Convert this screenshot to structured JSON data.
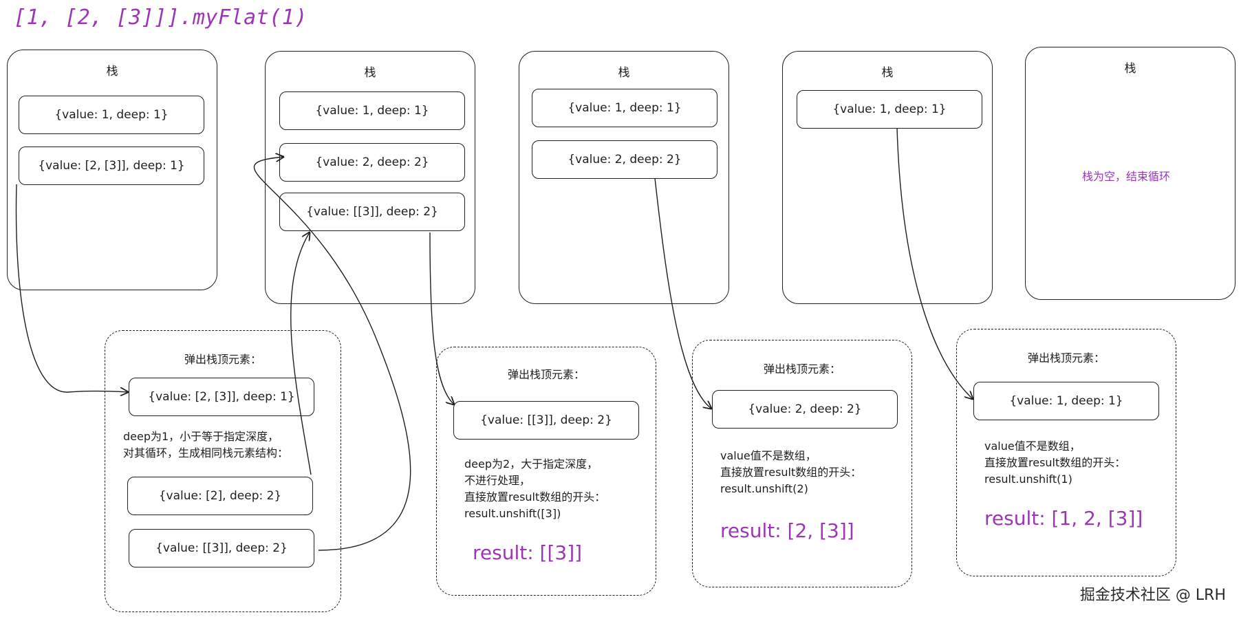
{
  "title": "[1, [2, [3]]].myFlat(1)",
  "stacks": [
    {
      "title": "栈",
      "items": [
        "{value: 1, deep: 1}",
        "{value: [2, [3]], deep: 1}"
      ]
    },
    {
      "title": "栈",
      "items": [
        "{value: 1, deep: 1}",
        "{value: 2, deep: 2}",
        "{value: [[3]], deep: 2}"
      ]
    },
    {
      "title": "栈",
      "items": [
        "{value: 1, deep: 1}",
        "{value: 2, deep: 2}"
      ]
    },
    {
      "title": "栈",
      "items": [
        "{value: 1, deep: 1}"
      ]
    },
    {
      "title": "栈",
      "empty_note": "栈为空，结束循环"
    }
  ],
  "pops": [
    {
      "title": "弹出栈顶元素：",
      "popped": "{value: [2, [3]], deep: 1}",
      "note": "deep为1，小于等于指定深度，\n对其循环，生成相同栈元素结构：",
      "generated": [
        "{value: [2], deep: 2}",
        "{value: [[3]], deep: 2}"
      ]
    },
    {
      "title": "弹出栈顶元素：",
      "popped": "{value: [[3]], deep: 2}",
      "note": "deep为2，大于指定深度，\n不进行处理，\n直接放置result数组的开头：\nresult.unshift([3])",
      "result": "result: [[3]]"
    },
    {
      "title": "弹出栈顶元素：",
      "popped": "{value: 2, deep: 2}",
      "note": "value值不是数组，\n直接放置result数组的开头：\nresult.unshift(2)",
      "result": "result: [2, [3]]"
    },
    {
      "title": "弹出栈顶元素：",
      "popped": "{value: 1, deep: 1}",
      "note": "value值不是数组，\n直接放置result数组的开头：\nresult.unshift(1)",
      "result": "result: [1, 2, [3]]"
    }
  ],
  "watermark": "掘金技术社区 @ LRH",
  "colors": {
    "accent": "#9c36b5",
    "stroke": "#1e1e1e"
  }
}
